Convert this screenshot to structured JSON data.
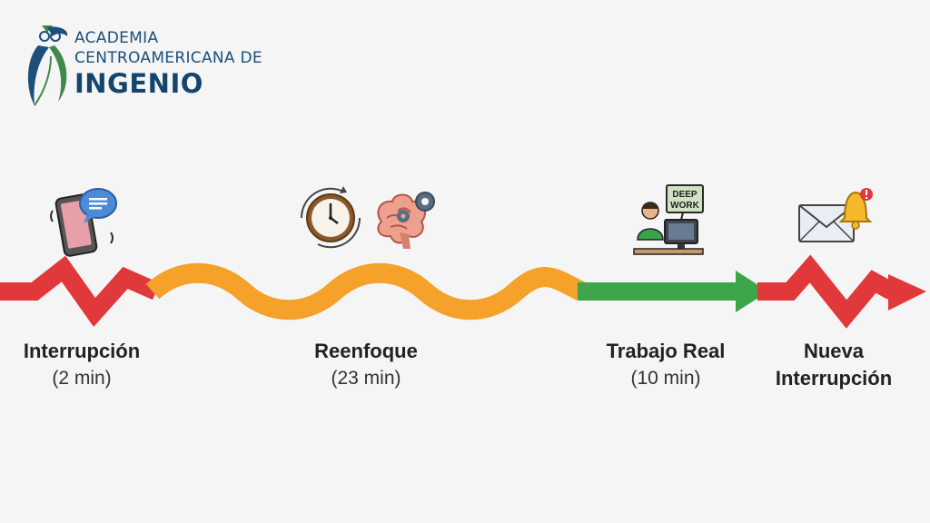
{
  "logo": {
    "line1": "ACADEMIA",
    "line2": "CENTROAMERICANA DE",
    "line3": "INGENIO"
  },
  "stages": [
    {
      "title": "Interrupción",
      "duration": "(2 min)",
      "icon": "phone-notification-icon",
      "color": "#e0383b"
    },
    {
      "title": "Reenfoque",
      "duration": "(23 min)",
      "icon": "clock-brain-icon",
      "color": "#f5a12a"
    },
    {
      "title": "Trabajo Real",
      "duration": "(10 min)",
      "icon": "deep-work-icon",
      "color": "#3ea64a"
    },
    {
      "title": "Nueva",
      "title2": "Interrupción",
      "icon": "email-bell-icon",
      "color": "#e0383b"
    }
  ],
  "deep_work_sign": {
    "line1": "DEEP",
    "line2": "WORK"
  },
  "colors": {
    "interruption": "#e0383b",
    "refocus": "#f5a12a",
    "real_work": "#3ea64a",
    "logo_blue": "#1c4f7a",
    "logo_green": "#3f8a4a"
  }
}
